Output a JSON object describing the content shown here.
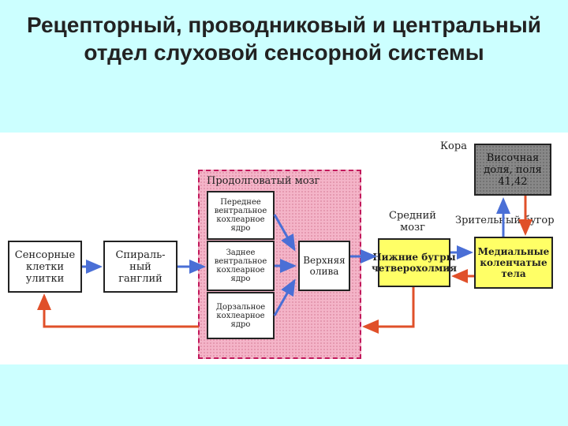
{
  "slide": {
    "title": "Рецепторный, проводниковый и центральный отдел слуховой сенсорной системы"
  },
  "diagram": {
    "cortex_label": "Кора",
    "temporal_lobe": "Височная доля, поля 41,42",
    "midbrain_label": "Средний мозг",
    "thalamus_label": "Зрительный бугор",
    "medulla_label": "Продолговатый мозг",
    "sensory_cells": "Сенсорные клетки улитки",
    "spiral_ganglion": "Спираль-ный ганглий",
    "anterior_nucleus": "Переднее вентральное кохлеарное ядро",
    "posterior_nucleus": "Заднее вентральное кохлеарное ядро",
    "dorsal_nucleus": "Дорзальное кохлеарное ядро",
    "superior_olive": "Верхняя олива",
    "inferior_colliculi": "Нижние бугры четверохолмия",
    "medial_geniculate": "Медиальные коленчатые тела",
    "colors": {
      "afferent": "#4a6fd6",
      "efferent": "#e0502a",
      "medulla_fill": "#f4b4c8",
      "midbrain_fill": "#ffff66"
    }
  }
}
